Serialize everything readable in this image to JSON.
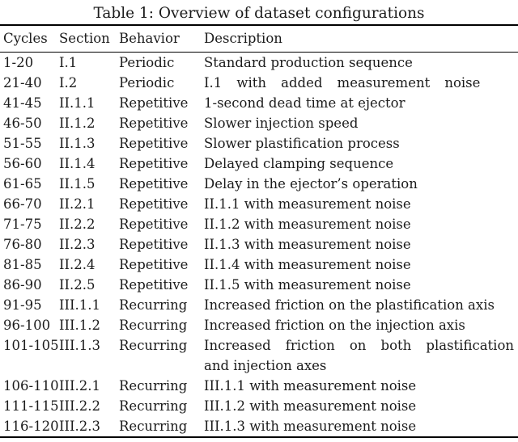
{
  "caption": "Table 1: Overview of dataset configurations",
  "table": {
    "columns": [
      "Cycles",
      "Section",
      "Behavior",
      "Description"
    ],
    "rows": [
      {
        "cycles": "1-20",
        "section": "I.1",
        "behavior": "Periodic",
        "description": "Standard production sequence"
      },
      {
        "cycles": "21-40",
        "section": "I.2",
        "behavior": "Periodic",
        "description": "I.1 with added measurement noise"
      },
      {
        "cycles": "41-45",
        "section": "II.1.1",
        "behavior": "Repetitive",
        "description": "1-second dead time at ejector"
      },
      {
        "cycles": "46-50",
        "section": "II.1.2",
        "behavior": "Repetitive",
        "description": "Slower injection speed"
      },
      {
        "cycles": "51-55",
        "section": "II.1.3",
        "behavior": "Repetitive",
        "description": "Slower plastification process"
      },
      {
        "cycles": "56-60",
        "section": "II.1.4",
        "behavior": "Repetitive",
        "description": "Delayed clamping sequence"
      },
      {
        "cycles": "61-65",
        "section": "II.1.5",
        "behavior": "Repetitive",
        "description": "Delay in the ejector’s operation"
      },
      {
        "cycles": "66-70",
        "section": "II.2.1",
        "behavior": "Repetitive",
        "description": "II.1.1 with measurement noise"
      },
      {
        "cycles": "71-75",
        "section": "II.2.2",
        "behavior": "Repetitive",
        "description": "II.1.2 with measurement noise"
      },
      {
        "cycles": "76-80",
        "section": "II.2.3",
        "behavior": "Repetitive",
        "description": "II.1.3 with measurement noise"
      },
      {
        "cycles": "81-85",
        "section": "II.2.4",
        "behavior": "Repetitive",
        "description": "II.1.4 with measurement noise"
      },
      {
        "cycles": "86-90",
        "section": "II.2.5",
        "behavior": "Repetitive",
        "description": "II.1.5 with measurement noise"
      },
      {
        "cycles": "91-95",
        "section": "III.1.1",
        "behavior": "Recurring",
        "description": "Increased friction on the plastification axis"
      },
      {
        "cycles": "96-100",
        "section": "III.1.2",
        "behavior": "Recurring",
        "description": "Increased friction on the injection axis"
      },
      {
        "cycles": "101-105",
        "section": "III.1.3",
        "behavior": "Recurring",
        "description": "Increased friction on both plastification and injection axes",
        "description_lines": [
          "Increased friction on both plastification",
          "and injection axes"
        ]
      },
      {
        "cycles": "106-110",
        "section": "III.2.1",
        "behavior": "Recurring",
        "description": "III.1.1 with measurement noise"
      },
      {
        "cycles": "111-115",
        "section": "III.2.2",
        "behavior": "Recurring",
        "description": "III.1.2 with measurement noise"
      },
      {
        "cycles": "116-120",
        "section": "III.2.3",
        "behavior": "Recurring",
        "description": "III.1.3 with measurement noise"
      }
    ]
  },
  "colors": {
    "text": "#1b1b1b",
    "rule": "#000000",
    "background": "#ffffff"
  }
}
